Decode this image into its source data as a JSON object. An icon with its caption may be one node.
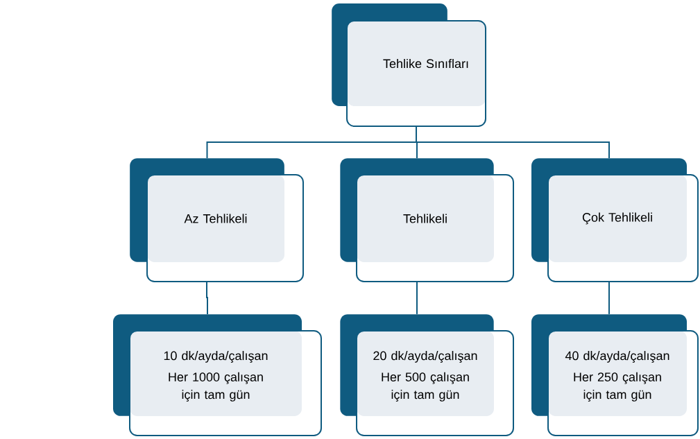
{
  "diagram": {
    "nodes": [
      {
        "text": [
          "Tehlike Sınıfları"
        ]
      },
      {
        "text": [
          "Az Tehlikeli"
        ]
      },
      {
        "text": [
          "Tehlikeli"
        ]
      },
      {
        "text": [
          "Çok Tehlikeli"
        ]
      },
      {
        "text": [
          "10 dk/ayda/çalışan",
          "Her 1000 çalışan için tam gün"
        ]
      },
      {
        "text": [
          "20 dk/ayda/çalışan",
          "Her 500 çalışan için tam gün"
        ]
      },
      {
        "text": [
          "40 dk/ayda/çalışan",
          "Her 250 çalışan için tam gün"
        ]
      }
    ],
    "edges": [
      {
        "from": 0,
        "to": 1,
        "arrow": "none"
      },
      {
        "from": 0,
        "to": 2,
        "arrow": "none"
      },
      {
        "from": 0,
        "to": 3,
        "arrow": "none"
      },
      {
        "from": 1,
        "to": 4,
        "arrow": "none"
      },
      {
        "from": 2,
        "to": 5,
        "arrow": "none"
      },
      {
        "from": 3,
        "to": 6,
        "arrow": "none"
      }
    ]
  }
}
